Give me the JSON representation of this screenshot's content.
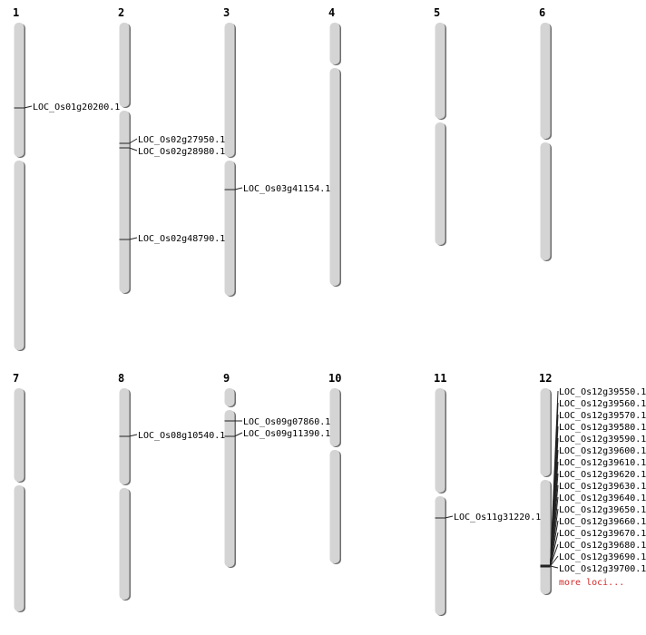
{
  "colors": {
    "chromosome_fill": "#d4d4d4",
    "chromosome_shadow": "#6e6e6e",
    "more_loci": "#d42a2a"
  },
  "chromosomes": [
    {
      "name": "1",
      "loci": [
        "LOC_Os01g20200.1"
      ]
    },
    {
      "name": "2",
      "loci": [
        "LOC_Os02g27950.1",
        "LOC_Os02g28980.1",
        "LOC_Os02g48790.1"
      ]
    },
    {
      "name": "3",
      "loci": [
        "LOC_Os03g41154.1"
      ]
    },
    {
      "name": "4",
      "loci": []
    },
    {
      "name": "5",
      "loci": []
    },
    {
      "name": "6",
      "loci": []
    },
    {
      "name": "7",
      "loci": []
    },
    {
      "name": "8",
      "loci": [
        "LOC_Os08g10540.1"
      ]
    },
    {
      "name": "9",
      "loci": [
        "LOC_Os09g07860.1",
        "LOC_Os09g11390.1"
      ]
    },
    {
      "name": "10",
      "loci": []
    },
    {
      "name": "11",
      "loci": [
        "LOC_Os11g31220.1"
      ]
    },
    {
      "name": "12",
      "loci": [
        "LOC_Os12g39550.1",
        "LOC_Os12g39560.1",
        "LOC_Os12g39570.1",
        "LOC_Os12g39580.1",
        "LOC_Os12g39590.1",
        "LOC_Os12g39600.1",
        "LOC_Os12g39610.1",
        "LOC_Os12g39620.1",
        "LOC_Os12g39630.1",
        "LOC_Os12g39640.1",
        "LOC_Os12g39650.1",
        "LOC_Os12g39660.1",
        "LOC_Os12g39670.1",
        "LOC_Os12g39680.1",
        "LOC_Os12g39690.1",
        "LOC_Os12g39700.1"
      ],
      "more_label": "more loci..."
    }
  ]
}
